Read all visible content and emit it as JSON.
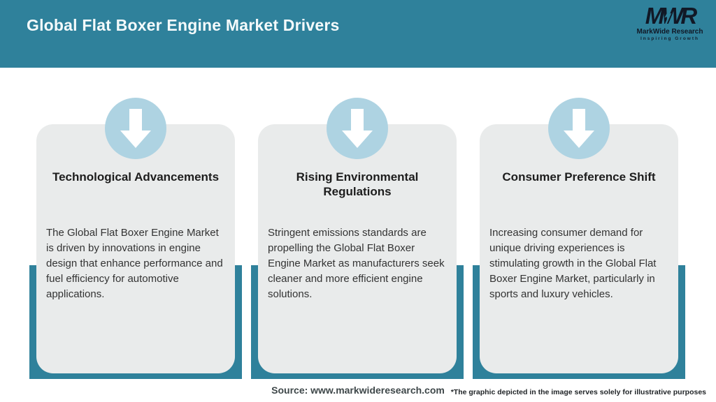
{
  "header": {
    "title": "Global Flat Boxer Engine Market Drivers",
    "logo": {
      "acronym": "MWR",
      "name": "MarkWide Research",
      "tagline": "Inspiring Growth"
    }
  },
  "cards": [
    {
      "icon": "down-arrow-icon",
      "title": "Technological Advancements",
      "description": "The Global Flat Boxer Engine Market is driven by innovations in engine design that enhance performance and fuel efficiency for automotive applications."
    },
    {
      "icon": "down-arrow-icon",
      "title": "Rising Environmental Regulations",
      "description": "Stringent emissions standards are propelling the Global Flat Boxer Engine Market as manufacturers seek cleaner and more efficient engine solutions."
    },
    {
      "icon": "down-arrow-icon",
      "title": "Consumer Preference Shift",
      "description": "Increasing consumer demand for unique driving experiences is stimulating growth in the Global Flat Boxer Engine Market, particularly in sports and luxury vehicles."
    }
  ],
  "footer": {
    "source": "Source: www.markwideresearch.com",
    "disclaimer": "*The graphic depicted in the image serves solely for illustrative purposes"
  },
  "colors": {
    "header_teal": "#2F819B",
    "backing_teal": "#2F819B",
    "circle_blue": "#AED3E2",
    "card_gray": "#E9EBEB",
    "logo_navy": "#111826",
    "title_text": "#1D1D1D",
    "body_text": "#333333"
  }
}
